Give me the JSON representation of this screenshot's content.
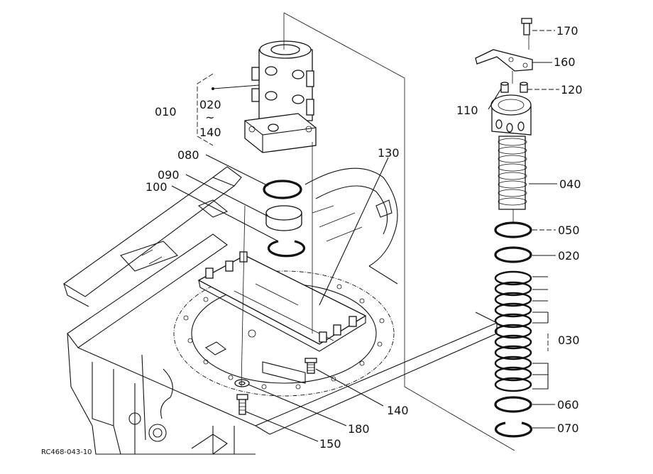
{
  "figure_code": "RC468-043-10",
  "labels": {
    "p010": "010",
    "p020_140_top": "020",
    "tilde": "~",
    "p020_140_bottom": "140",
    "p080": "080",
    "p090": "090",
    "p100": "100",
    "p130": "130",
    "p170": "170",
    "p160": "160",
    "p110": "110",
    "p120": "120",
    "p040": "040",
    "p050": "050",
    "p020": "020",
    "p030": "030",
    "p060": "060",
    "p070": "070",
    "p140": "140",
    "p180": "180",
    "p150": "150"
  }
}
